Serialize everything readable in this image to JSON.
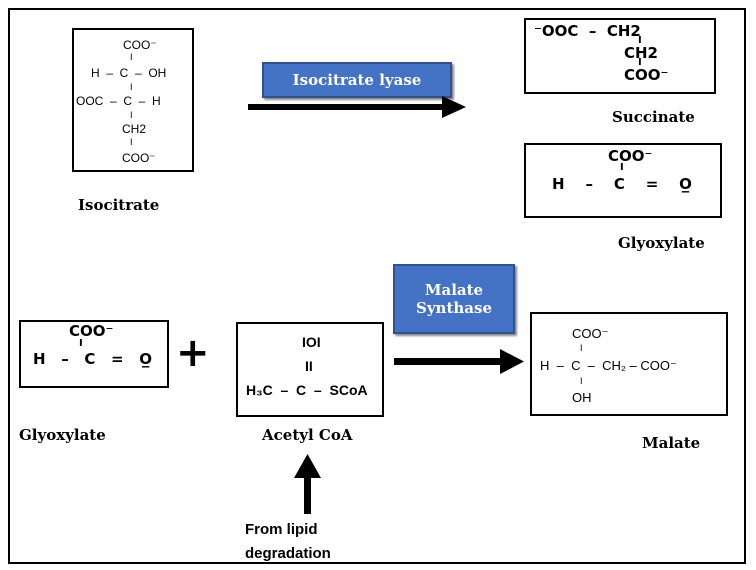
{
  "isocitrate": {
    "lines": [
      "COO⁻",
      "H  –  C  –  OH",
      "OOC  –  C  –  H",
      "CH2",
      "COO⁻"
    ],
    "bond": "I",
    "label": "Isocitrate"
  },
  "enzyme1": {
    "label": "Isocitrate lyase"
  },
  "succinate": {
    "lines": [
      "⁻OOC  –  CH2",
      "CH2",
      "COO⁻"
    ],
    "bond": "I",
    "label": "Succinate"
  },
  "glyoxylate_top": {
    "lines": [
      "COO⁻",
      "H    –    C    =    O̲"
    ],
    "bond": "I",
    "label": "Glyoxylate"
  },
  "enzyme2": {
    "line1": "Malate",
    "line2": "Synthase"
  },
  "glyoxylate_bottom": {
    "lines": [
      "COO⁻",
      "H   –   C   =   O̲"
    ],
    "bond": "I",
    "label": "Glyoxylate"
  },
  "plus": "+",
  "acetylcoa": {
    "lines": [
      "IOI",
      "II",
      "H₃C  –  C  –  SCoA"
    ],
    "label": "Acetyl CoA"
  },
  "malate": {
    "lines": [
      "COO⁻",
      "H  –  C  –  CH₂ – COO⁻",
      "OH"
    ],
    "bond": "I",
    "label": "Malate"
  },
  "lipid_note": {
    "line1": "From lipid",
    "line2": "degradation"
  }
}
